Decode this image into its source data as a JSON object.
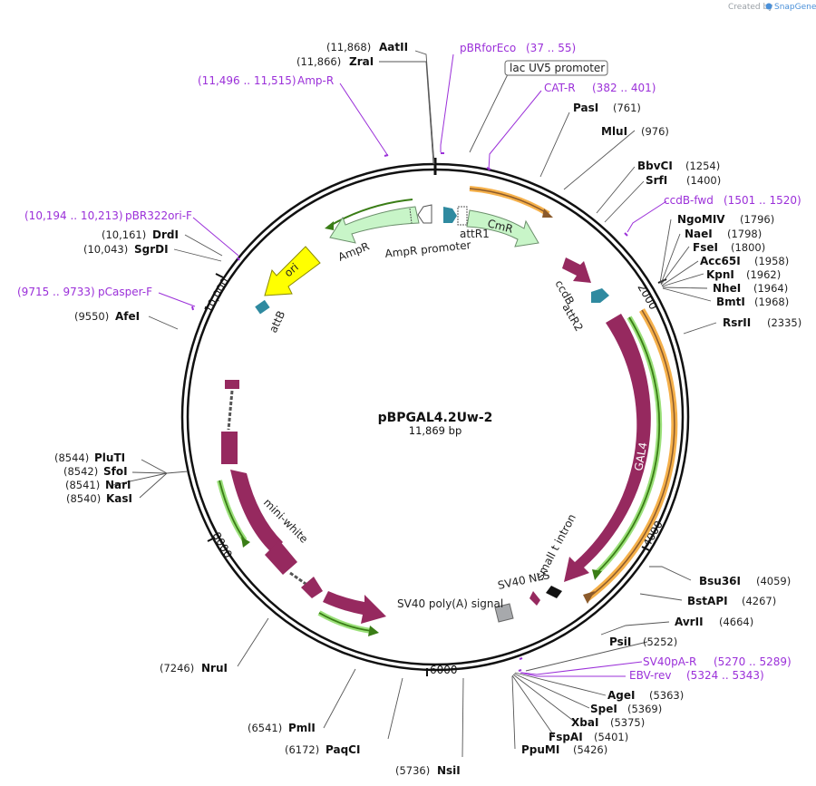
{
  "credit": {
    "prefix": "Created by",
    "brand": "SnapGene"
  },
  "plasmid": {
    "name": "pBPGAL4.2Uw-2",
    "length": "11,869 bp"
  },
  "ticks": [
    "10,000",
    "2000",
    "4000",
    "6000",
    "8000"
  ],
  "enzymes": [
    {
      "pos": "(11,868)",
      "name": "AatII"
    },
    {
      "pos": "(11,866)",
      "name": "ZraI"
    },
    {
      "pos": "(761)",
      "name": "PasI"
    },
    {
      "pos": "(976)",
      "name": "MluI"
    },
    {
      "pos": "(1254)",
      "name": "BbvCI"
    },
    {
      "pos": "(1400)",
      "name": "SrfI"
    },
    {
      "pos": "(1796)",
      "name": "NgoMIV"
    },
    {
      "pos": "(1798)",
      "name": "NaeI"
    },
    {
      "pos": "(1800)",
      "name": "FseI"
    },
    {
      "pos": "(1958)",
      "name": "Acc65I"
    },
    {
      "pos": "(1962)",
      "name": "KpnI"
    },
    {
      "pos": "(1964)",
      "name": "NheI"
    },
    {
      "pos": "(1968)",
      "name": "BmtI"
    },
    {
      "pos": "(2335)",
      "name": "RsrII"
    },
    {
      "pos": "(4059)",
      "name": "Bsu36I"
    },
    {
      "pos": "(4267)",
      "name": "BstAPI"
    },
    {
      "pos": "(4664)",
      "name": "AvrII"
    },
    {
      "pos": "(5252)",
      "name": "PsiI"
    },
    {
      "pos": "(5363)",
      "name": "AgeI"
    },
    {
      "pos": "(5369)",
      "name": "SpeI"
    },
    {
      "pos": "(5375)",
      "name": "XbaI"
    },
    {
      "pos": "(5401)",
      "name": "FspAI"
    },
    {
      "pos": "(5426)",
      "name": "PpuMI"
    },
    {
      "pos": "(5736)",
      "name": "NsiI"
    },
    {
      "pos": "(6172)",
      "name": "PaqCI"
    },
    {
      "pos": "(6541)",
      "name": "PmlI"
    },
    {
      "pos": "(7246)",
      "name": "NruI"
    },
    {
      "pos": "(8544)",
      "name": "PluTI"
    },
    {
      "pos": "(8542)",
      "name": "SfoI"
    },
    {
      "pos": "(8541)",
      "name": "NarI"
    },
    {
      "pos": "(8540)",
      "name": "KasI"
    },
    {
      "pos": "(9550)",
      "name": "AfeI"
    },
    {
      "pos": "(10,161)",
      "name": "DrdI"
    },
    {
      "pos": "(10,043)",
      "name": "SgrDI"
    }
  ],
  "primers": [
    {
      "name": "pBRforEco",
      "range": "(37 .. 55)"
    },
    {
      "name": "CAT-R",
      "range": "(382 .. 401)"
    },
    {
      "name": "Amp-R",
      "range": "(11,496 .. 11,515)"
    },
    {
      "name": "ccdB-fwd",
      "range": "(1501 .. 1520)"
    },
    {
      "name": "pBR322ori-F",
      "range": "(10,194 .. 10,213)"
    },
    {
      "name": "pCasper-F",
      "range": "(9715 .. 9733)"
    },
    {
      "name": "SV40pA-R",
      "range": "(5270 .. 5289)"
    },
    {
      "name": "EBV-rev",
      "range": "(5324 .. 5343)"
    }
  ],
  "features": {
    "lac_uv5": "lac UV5 promoter",
    "attR1": "attR1",
    "cmr": "CmR",
    "ampr": "AmpR",
    "ampr_promoter": "AmpR promoter",
    "ori": "ori",
    "attB": "attB",
    "ccdB": "ccdB",
    "attR2": "attR2",
    "gal4": "GAL4",
    "sv40_nls": "SV40 NLS",
    "small_t": "small t intron",
    "sv40_polya": "SV40 poly(A) signal",
    "mini_white": "mini-white"
  },
  "colors": {
    "primer": "#9b30d9",
    "cds": "#96295f",
    "marker": "#c8f5c8",
    "ori": "#ffff00",
    "site": "#2f8aa0"
  }
}
